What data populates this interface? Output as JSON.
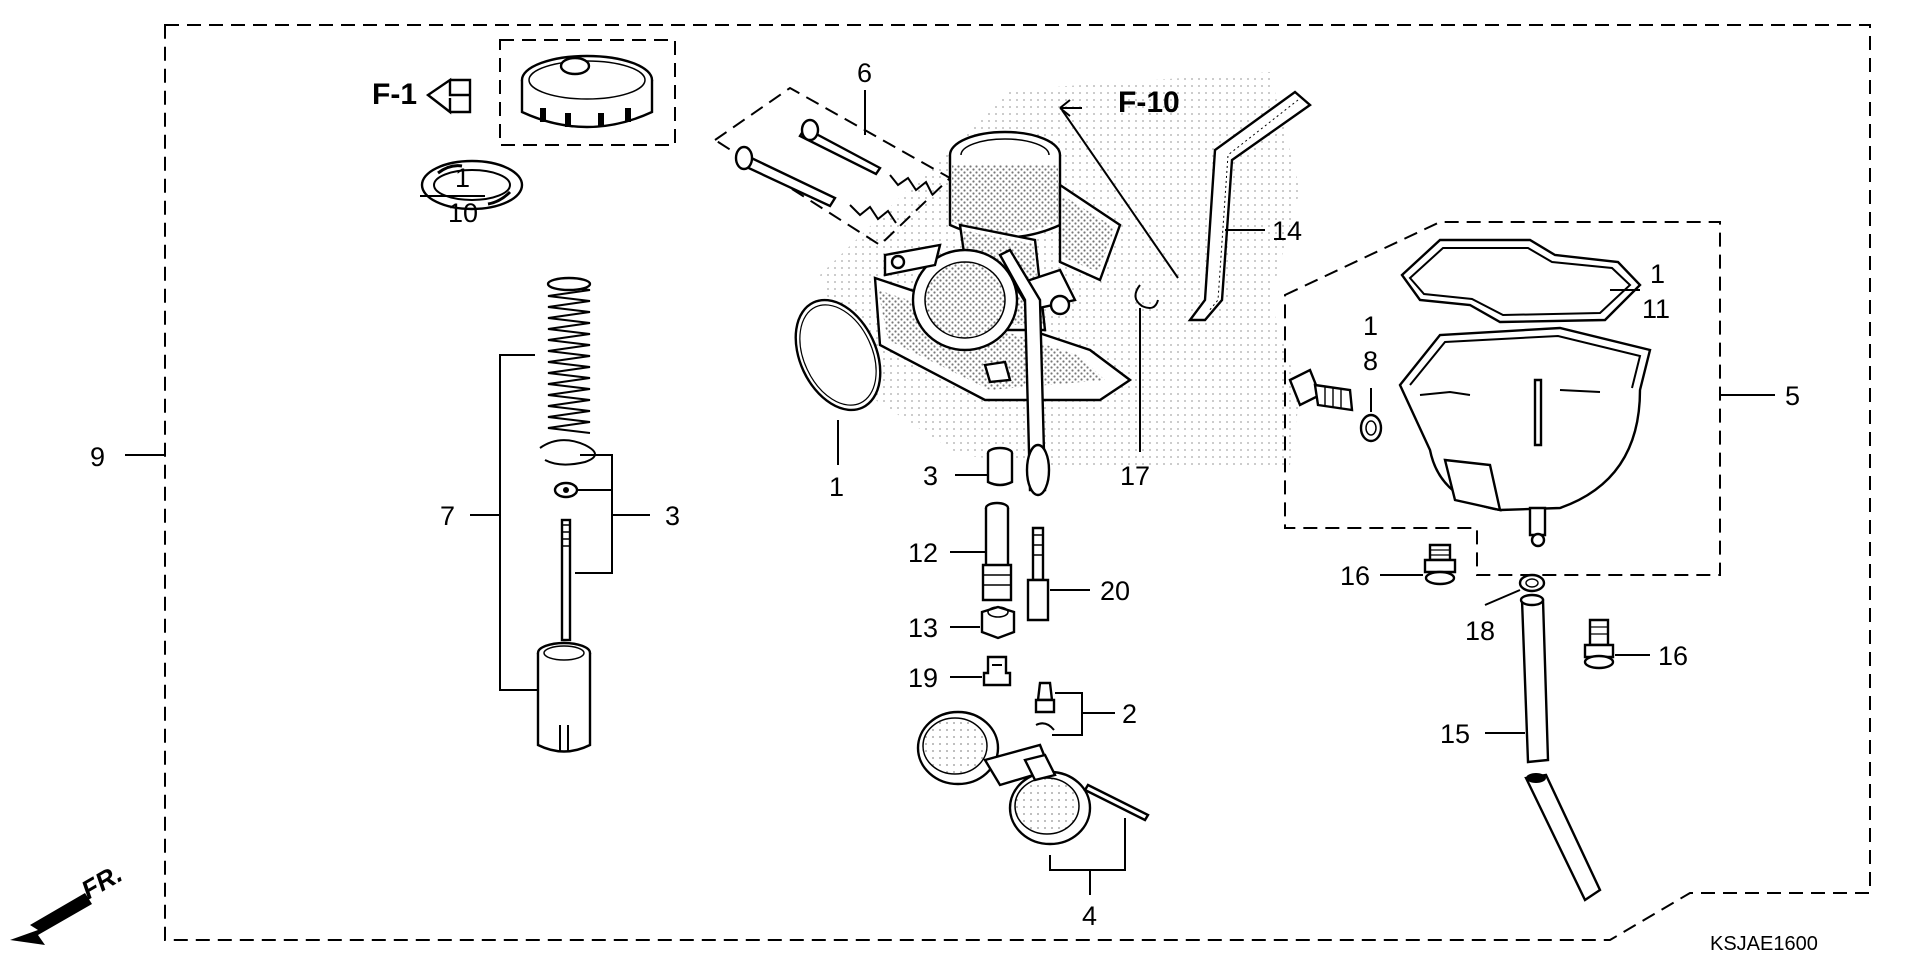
{
  "labels": {
    "l1a": "1",
    "l10": "10",
    "l1b": "1",
    "l3a": "3",
    "l3b": "3",
    "l6": "6",
    "l7": "7",
    "l9": "9",
    "l12": "12",
    "l13": "13",
    "l19": "19",
    "l20": "20",
    "l2": "2",
    "l4": "4",
    "l14": "14",
    "l17": "17",
    "l1c": "1",
    "l11": "11",
    "l1d": "1",
    "l8": "8",
    "l5": "5",
    "l16a": "16",
    "l16b": "16",
    "l18": "18",
    "l15": "15"
  },
  "refs": {
    "f1": "F-1",
    "f10": "F-10",
    "fr": "FR."
  },
  "diagram_code": "KSJAE1600"
}
